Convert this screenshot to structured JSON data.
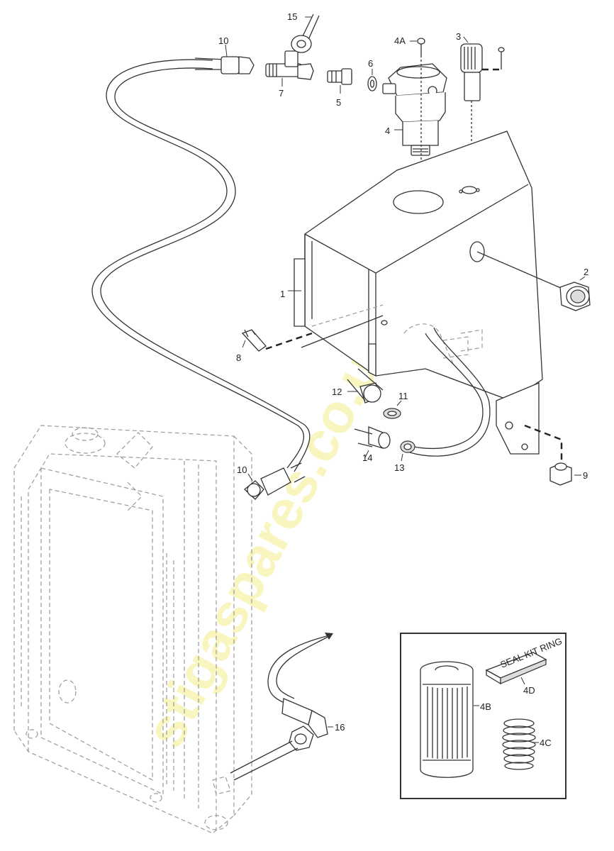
{
  "labels": {
    "p1": "1",
    "p2": "2",
    "p3": "3",
    "p4": "4",
    "p4a": "4A",
    "p4b": "4B",
    "p4c": "4C",
    "p4d": "4D",
    "p5": "5",
    "p6": "6",
    "p7": "7",
    "p8": "8",
    "p9": "9",
    "p10a": "10",
    "p10b": "10",
    "p11": "11",
    "p12": "12",
    "p13": "13",
    "p14": "14",
    "p15": "15",
    "p16": "16"
  },
  "inset": {
    "seal_kit_text": "SEAL KIT RING"
  },
  "watermark": "stigaspares.co.uk"
}
